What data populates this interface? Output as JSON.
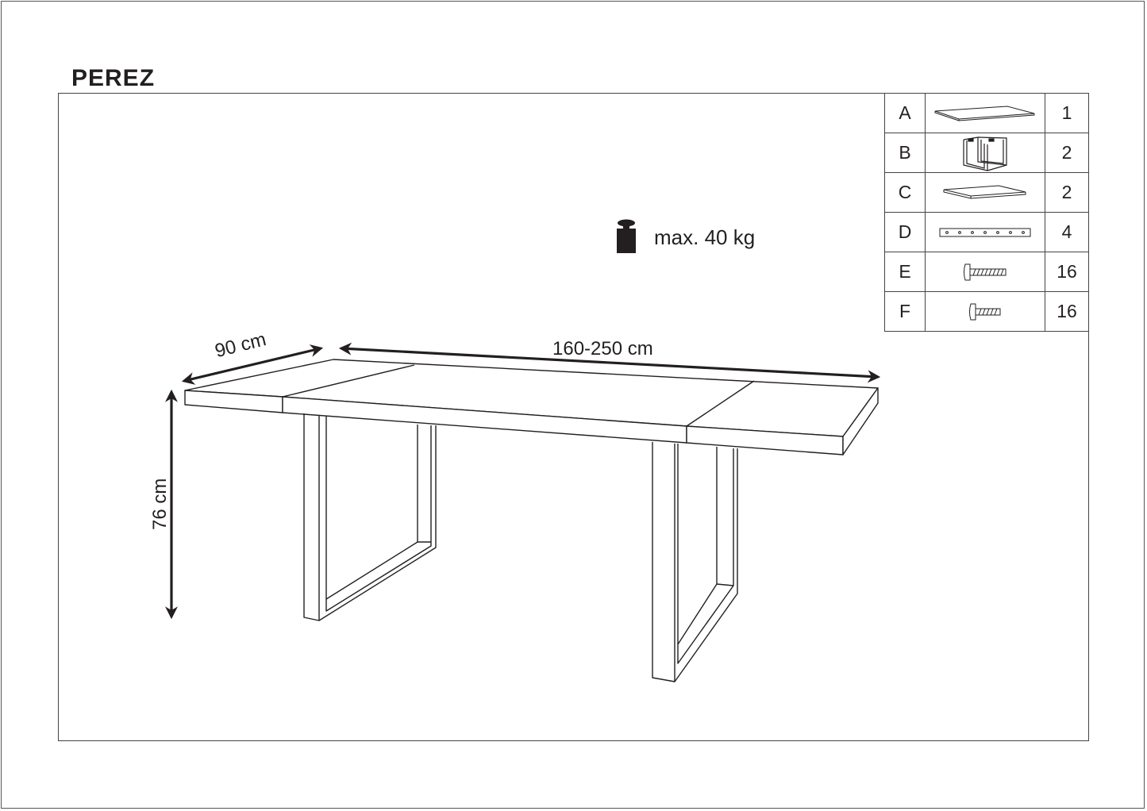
{
  "page": {
    "title": "PEREZ"
  },
  "weight_limit": {
    "icon": "weight-icon",
    "label": "max. 40 kg"
  },
  "dimensions": {
    "depth": "90 cm",
    "length": "160-250 cm",
    "height": "76 cm"
  },
  "parts_list": [
    {
      "letter": "A",
      "icon": "tabletop-panel-icon",
      "qty": "1"
    },
    {
      "letter": "B",
      "icon": "u-frame-legs-icon",
      "qty": "2"
    },
    {
      "letter": "C",
      "icon": "extension-leaf-icon",
      "qty": "2"
    },
    {
      "letter": "D",
      "icon": "mounting-bracket-icon",
      "qty": "4"
    },
    {
      "letter": "E",
      "icon": "long-screw-icon",
      "qty": "16"
    },
    {
      "letter": "F",
      "icon": "short-screw-icon",
      "qty": "16"
    }
  ],
  "colors": {
    "line": "#231f20",
    "frame": "#444444",
    "background": "#ffffff"
  }
}
